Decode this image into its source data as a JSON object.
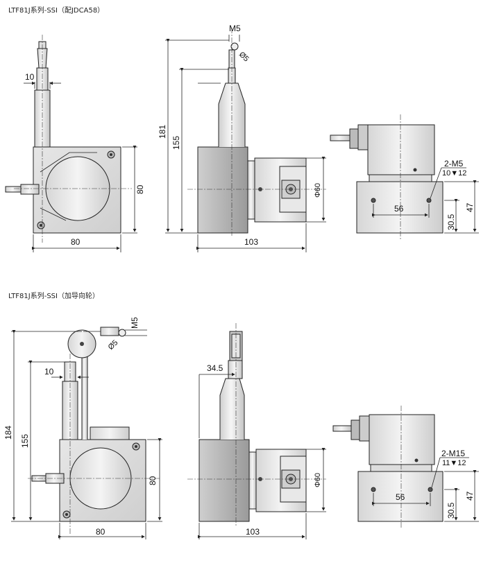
{
  "section1": {
    "title": "LTF81J系列-SSI（配JDCA58）",
    "front": {
      "cable_dia": "10",
      "width": "80",
      "height": "80"
    },
    "side": {
      "thread": "M5",
      "hole": "Ø5",
      "total_height": "181",
      "body_height": "155",
      "depth": "103",
      "flange_dia": "Φ60"
    },
    "end": {
      "mount_thread": "2-M5",
      "mount_depth": "10▼12",
      "hole_spacing": "56",
      "offset": "30.5",
      "height": "47"
    }
  },
  "section2": {
    "title": "LTF81J系列-SSI（加导向轮）",
    "front": {
      "thread": "M5",
      "hole": "Ø5",
      "total_height": "184",
      "body_height": "155",
      "cable_dia": "10",
      "width": "80",
      "height": "80"
    },
    "side": {
      "offset": "34.5",
      "depth": "103",
      "flange_dia": "Φ60"
    },
    "end": {
      "mount_thread": "2-M15",
      "mount_depth": "11▼12",
      "hole_spacing": "56",
      "offset": "30.5",
      "height": "47"
    }
  }
}
